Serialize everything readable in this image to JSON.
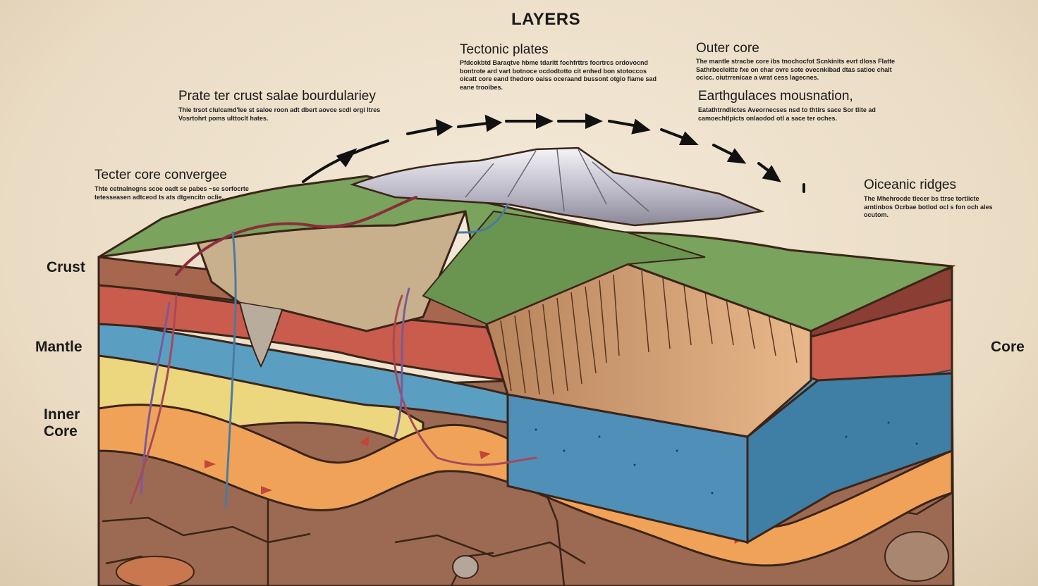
{
  "title": "LAYERS",
  "callouts": [
    {
      "heading": "Tectonic plates",
      "body": "Pfdcokbtd Baraqtve hbme tdaritt fochfrttrs focrtrcs ordovocnd bontrote ard vart botnoce ocdodtotto cit enhed bon stotoccos oicatt core eand thedoro oaiss oceraand bussont otgio fiame sad eane trooibes."
    },
    {
      "heading": "Outer core",
      "body": "The mantle stracbe core ibs tnochocfot Scnkinits evrt dloss Flatte Sathrbecleitte fxe on char ovre sote ovecnkibad dtas satioe chalt ocicc. oiutrrenicae a wrat cess lagecnes."
    },
    {
      "heading": "Prate ter crust salae bourdulariey",
      "body": "Thie trsot clulcamd'lee st saloe roon adt dbert aovce scdl orgi ltres Vosrtohrt poms ulttoclt hates."
    },
    {
      "heading": "Earthgulaces mousnation,",
      "body": "Eatathtrndlictes Aveornecses nsd to thtirs sace Sor tlite ad camoechtlpicts onlaodod otl a sace ter oches."
    },
    {
      "heading": "Tecter core convergee",
      "body": "Thte cetnalnegns scoe oadt se pabes ~se sorfocrte tetesseasen adtceod ts ats dtgencitn oclie."
    },
    {
      "heading": "Oiceanic ridges",
      "body": "The Mhehrocde tlecer bs ttrse tortlicte arntinbos Ocrbae botlod ocl s fon och ales ocutom."
    }
  ],
  "side_labels": {
    "crust": "Crust",
    "mantle": "Mantle",
    "inner_core_1": "Inner",
    "inner_core_2": "Core",
    "core": "Core"
  },
  "colors": {
    "background": "#eadbc3",
    "crust_red": "#c95c4d",
    "mantle_blue": "#5a9fc2",
    "yellow_layer": "#ecd67e",
    "orange_band": "#f0a358",
    "core_brown": "#9c6a52",
    "grass": "#7aa35e",
    "snow": "#e6e6ee",
    "ocean_block": "#4f8fb8",
    "arrow": "#111111"
  }
}
